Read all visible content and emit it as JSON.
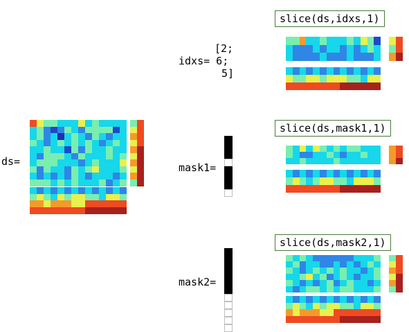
{
  "labels": {
    "ds": "ds=",
    "mask1": "mask1=",
    "mask2": "mask2="
  },
  "idxs": {
    "line1": "[2;",
    "line2": "idxs= 6;",
    "line3": "5]"
  },
  "captions": {
    "idxs": "slice(ds,idxs,1)",
    "mask1": "slice(ds,mask1,1)",
    "mask2": "slice(ds,mask2,1)"
  },
  "colors": {
    "mask_on": "#000000",
    "mask_off": "#ffffff",
    "caption_border": "#4a7a3a"
  },
  "matrices": {
    "ds_samples": [
      "ryggcccycgcccc",
      "cgblbgcbgggglc",
      "cgbcdcgcbgcbcc",
      "gcbcgcgcgcbcgc",
      "ccgcclgbgccgcc",
      "cbgggcbgcccgcg",
      "cgggcccbcgcccy",
      "gbgccbgcgycccg",
      "cbcbcbgcbcccbc",
      "gggcgcgcccgbcg"
    ],
    "ds_sa": [
      "cbcbcbcbcbcbcb",
      "gygcygyyggcyyg",
      "ooyoooyyrrrrrr",
      "rrrrrrrrdddddd"
    ],
    "ds_fa": [
      [
        "g",
        "r"
      ],
      [
        "y",
        "r"
      ],
      [
        "o",
        "r"
      ],
      [
        "y",
        "r"
      ],
      [
        "o",
        "d"
      ],
      [
        "y",
        "d"
      ],
      [
        "o",
        "d"
      ],
      [
        "y",
        "d"
      ],
      [
        "o",
        "d"
      ],
      [
        "g",
        "d"
      ]
    ],
    "idxs_samples": [
      "ggoccgcccgcygl",
      "cbbbcbccbcbcgc",
      "cbbbbcbbbcbbbc"
    ],
    "idxs_sa": [
      "cbcbcbcbcbcbcb",
      "yggyygyyyggcyy",
      "rrrrrrrrdddddd"
    ],
    "idxs_fa": [
      [
        "y",
        "r"
      ],
      [
        "g",
        "r"
      ],
      [
        "o",
        "d"
      ]
    ],
    "mask1_samples": [
      "gcycygcgcggccc",
      "gcbbccgcbccgcc",
      "ccgccccgcccccc"
    ],
    "mask1_sa": [
      "cbcbcbcbcbcbcb",
      "gygcgyyggcyyyg",
      "rrrrrrrrdddddd"
    ],
    "mask1_fa": [
      [
        "o",
        "r"
      ],
      [
        "o",
        "r"
      ],
      [
        "o",
        "d"
      ]
    ],
    "mask2_samples": [
      "gcgcbbbbbbcccg",
      "cgbccbbcbcbcgc",
      "gcbcgcgcgccbcg",
      "ccgycgbcgcbccg",
      "gcbcbcgbcgccbc",
      "cbcggcgcggcccg"
    ],
    "mask2_sa": [
      "cbcbcbcbcbcbcb",
      "gygcygyyggcyyg",
      "oyoooyyrrrrrrr",
      "rrrrrrrrdddddd"
    ],
    "mask2_fa": [
      [
        "g",
        "r"
      ],
      [
        "y",
        "r"
      ],
      [
        "o",
        "r"
      ],
      [
        "y",
        "d"
      ],
      [
        "o",
        "d"
      ],
      [
        "g",
        "d"
      ]
    ],
    "mask1": [
      1,
      1,
      1,
      0,
      1,
      1,
      1,
      0
    ],
    "mask2": [
      1,
      1,
      1,
      1,
      1,
      1,
      0,
      0,
      0,
      0,
      0
    ]
  },
  "palette": {
    "d": "#2030b0",
    "b": "#2f86e6",
    "l": "#1d49cc",
    "c": "#17d7ea",
    "g": "#79eeb0",
    "y": "#e8f14d",
    "o": "#f49a2b",
    "r": "#ef4a22",
    "dd": "#a8211c"
  }
}
